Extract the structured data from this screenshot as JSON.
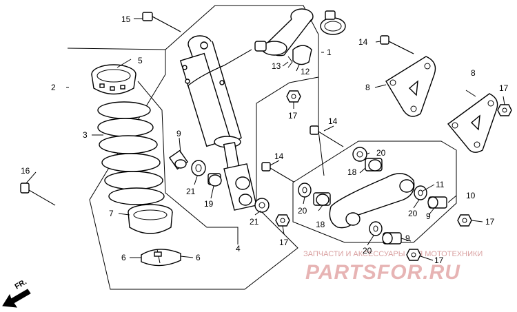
{
  "diagram": {
    "callouts": {
      "c1": "1",
      "c2": "2",
      "c3": "3",
      "c4": "4",
      "c5": "5",
      "c6a": "6",
      "c6b": "6",
      "c7": "7",
      "c8a": "8",
      "c8b": "8",
      "c9a": "9",
      "c9b": "9",
      "c9c": "9",
      "c10": "10",
      "c11": "11",
      "c12": "12",
      "c13": "13",
      "c14a": "14",
      "c14b": "14",
      "c14c": "14",
      "c15": "15",
      "c16": "16",
      "c17a": "17",
      "c17b": "17",
      "c17c": "17",
      "c17d": "17",
      "c17e": "17",
      "c18a": "18",
      "c18b": "18",
      "c19": "19",
      "c20a": "20",
      "c20b": "20",
      "c20c": "20",
      "c20d": "20",
      "c21a": "21",
      "c21b": "21"
    },
    "direction_label": "FR."
  },
  "watermark": {
    "caption": "ЗАПЧАСТИ И АКСЕССУАРЫ ДЛЯ МОТОТЕХНИКИ",
    "logo": "PARTSFOR.RU",
    "color": "#e7b4b4"
  }
}
